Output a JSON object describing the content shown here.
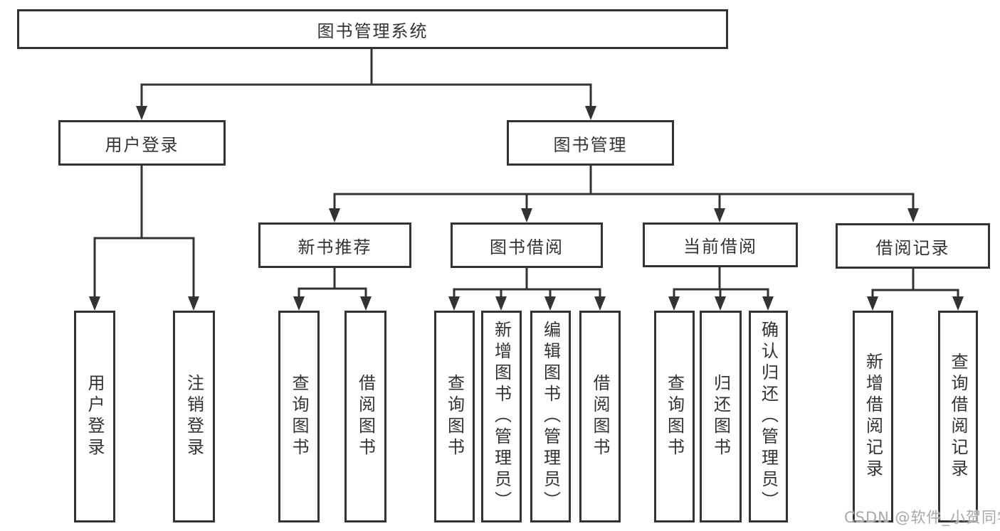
{
  "diagram": {
    "root": {
      "label": "图书管理系统"
    },
    "branches": {
      "user_login": {
        "label": "用户登录",
        "children": {
          "login": "用户登录",
          "logout": "注销登录"
        }
      },
      "book_mgmt": {
        "label": "图书管理",
        "sections": {
          "new_book": {
            "label": "新书推荐",
            "children": {
              "query": "查询图书",
              "borrow": "借阅图书"
            }
          },
          "borrowing": {
            "label": "图书借阅",
            "children": {
              "query": "查询图书",
              "add": "新增图书（管理员）",
              "edit": "编辑图书（管理员）",
              "borrow": "借阅图书"
            }
          },
          "current": {
            "label": "当前借阅",
            "children": {
              "query": "查询图书",
              "return": "归还图书",
              "confirm": "确认归还（管理员）"
            }
          },
          "records": {
            "label": "借阅记录",
            "children": {
              "add": "新增借阅记录",
              "query": "查询借阅记录"
            }
          }
        }
      }
    }
  },
  "watermark": {
    "text": "CSDN @软件_小贺同学"
  },
  "colors": {
    "line": "#333333",
    "box_border": "#333333",
    "text": "#333333",
    "background": "#ffffff",
    "watermark_text": "#a8a8a8"
  }
}
